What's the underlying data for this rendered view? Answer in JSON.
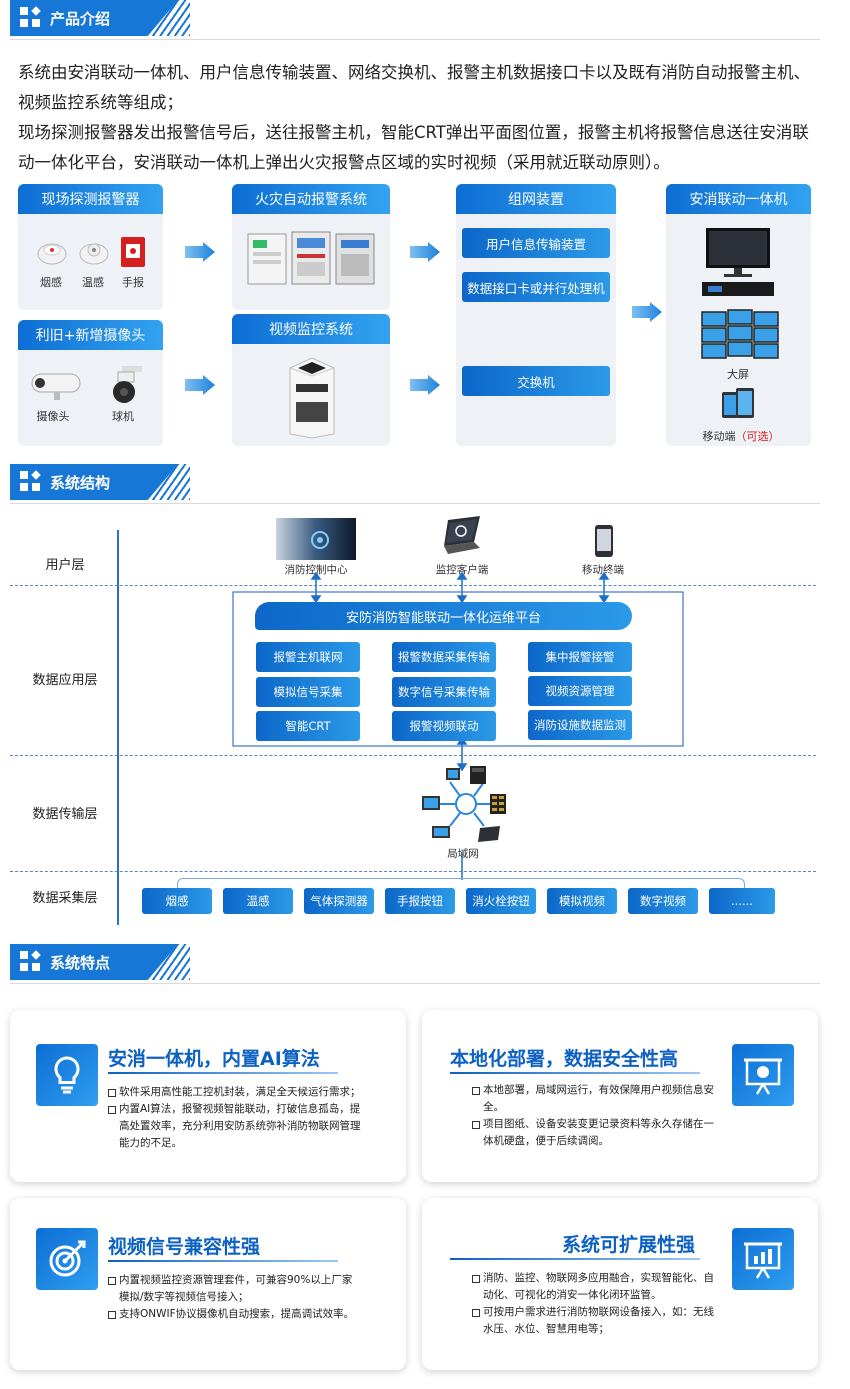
{
  "sections": {
    "intro": "产品介绍",
    "structure": "系统结构",
    "features": "系统特点"
  },
  "intro_paragraphs": [
    "系统由安消联动一体机、用户信息传输装置、网络交换机、报警主机数据接口卡以及既有消防自动报警主机、视频监控系统等组成；",
    "现场探测报警器发出报警信号后，送往报警主机，智能CRT弹出平面图位置，报警主机将报警信息送往安消联动一体化平台，安消联动一体机上弹出火灾报警点区域的实时视频（采用就近联动原则）。"
  ],
  "flow": {
    "detectors": {
      "title": "现场探测报警器",
      "items": [
        "烟感",
        "温感",
        "手报"
      ]
    },
    "cameras": {
      "title": "利旧+新增摄像头",
      "items": [
        "摄像头",
        "球机"
      ]
    },
    "fire_system": "火灾自动报警系统",
    "video_system": "视频监控系统",
    "network": {
      "title": "组网装置",
      "items": [
        "用户信息传输装置",
        "数据接口卡或并行处理机",
        "交换机"
      ]
    },
    "machine": {
      "title": "安消联动一体机",
      "big_screen": "大屏",
      "mobile": "移动端",
      "optional": "（可选）"
    }
  },
  "structure": {
    "layers": [
      "用户层",
      "数据应用层",
      "数据传输层",
      "数据采集层"
    ],
    "user_items": [
      "消防控制中心",
      "监控客户端",
      "移动终端"
    ],
    "platform_title": "安防消防智能联动一体化运维平台",
    "app_items": [
      [
        "报警主机联网",
        "模拟信号采集",
        "智能CRT"
      ],
      [
        "报警数据采集传输",
        "数字信号采集传输",
        "报警视频联动"
      ],
      [
        "集中报警接警",
        "视频资源管理",
        "消防设施数据监测"
      ]
    ],
    "lan": "局域网",
    "collect_items": [
      "烟感",
      "温感",
      "气体探测器",
      "手报按钮",
      "消火栓按钮",
      "模拟视频",
      "数字视频",
      "......"
    ]
  },
  "features": [
    {
      "title": "安消一体机，内置AI算法",
      "points": [
        "软件采用高性能工控机封装，满足全天候运行需求；",
        "内置AI算法，报警视频智能联动，打破信息孤岛，提高处置效率，充分利用安防系统弥补消防物联网管理能力的不足。"
      ],
      "icon": "lightbulb-icon"
    },
    {
      "title": "本地化部署，数据安全性高",
      "points": [
        "本地部署，局域网运行，有效保障用户视频信息安全。",
        "项目图纸、设备安装变更记录资料等永久存储在一体机硬盘，便于后续调阅。"
      ],
      "icon": "presentation-pie-icon"
    },
    {
      "title": "视频信号兼容性强",
      "points": [
        "内置视频监控资源管理套件，可兼容90%以上厂家模拟/数字等视频信号接入；",
        "支持ONWIF协议摄像机自动搜索，提高调试效率。"
      ],
      "icon": "target-icon"
    },
    {
      "title": "系统可扩展性强",
      "points": [
        "消防、监控、物联网多应用融合，实现智能化、自动化、可视化的消安一体化闭环监管。",
        "可按用户需求进行消防物联网设备接入，如：无线水压、水位、智慧用电等；"
      ],
      "icon": "presentation-bar-icon"
    }
  ]
}
